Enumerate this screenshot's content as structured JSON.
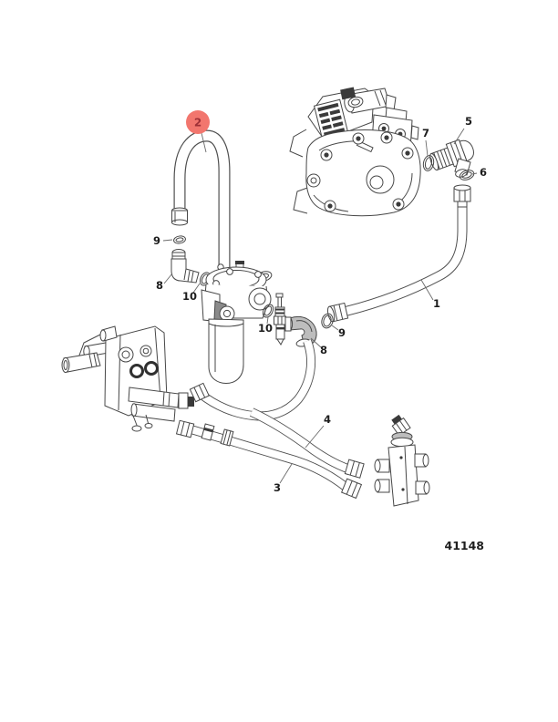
{
  "page": {
    "drawing_number": "41148",
    "background_color": "#ffffff"
  },
  "highlight": {
    "label": "2",
    "circle_color": "#f2766e",
    "label_color": "#9e3037"
  },
  "callouts": [
    {
      "label": "1"
    },
    {
      "label": "3"
    },
    {
      "label": "4"
    },
    {
      "label": "5"
    },
    {
      "label": "6"
    },
    {
      "label": "7"
    },
    {
      "label": "8",
      "position": "left"
    },
    {
      "label": "8",
      "position": "right"
    },
    {
      "label": "9",
      "position": "left"
    },
    {
      "label": "9",
      "position": "right"
    },
    {
      "label": "10",
      "position": "left"
    },
    {
      "label": "10",
      "position": "right"
    }
  ]
}
